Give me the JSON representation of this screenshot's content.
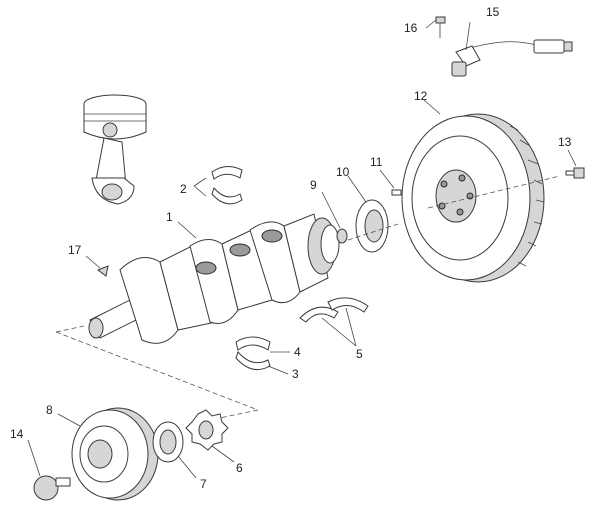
{
  "diagram": {
    "callouts": [
      {
        "id": "c1",
        "label": "1"
      },
      {
        "id": "c2",
        "label": "2"
      },
      {
        "id": "c3",
        "label": "3"
      },
      {
        "id": "c4",
        "label": "4"
      },
      {
        "id": "c5",
        "label": "5"
      },
      {
        "id": "c6",
        "label": "6"
      },
      {
        "id": "c7",
        "label": "7"
      },
      {
        "id": "c8",
        "label": "8"
      },
      {
        "id": "c9",
        "label": "9"
      },
      {
        "id": "c10",
        "label": "10"
      },
      {
        "id": "c11",
        "label": "11"
      },
      {
        "id": "c12",
        "label": "12"
      },
      {
        "id": "c13",
        "label": "13"
      },
      {
        "id": "c14",
        "label": "14"
      },
      {
        "id": "c15",
        "label": "15"
      },
      {
        "id": "c16",
        "label": "16"
      },
      {
        "id": "c17",
        "label": "17"
      }
    ],
    "parts": [
      "piston-and-connecting-rod",
      "crankshaft",
      "upper-main-bearing-shells",
      "lower-main-bearing-shells",
      "thrust-washers",
      "crankshaft-sprocket",
      "front-oil-seal",
      "crankshaft-pulley",
      "pilot-bearing",
      "rear-oil-seal",
      "dowel-pin",
      "flywheel",
      "flywheel-bolt",
      "pulley-bolt",
      "crankshaft-position-sensor",
      "sensor-bolt",
      "woodruff-key"
    ],
    "colors": {
      "line": "#3a3a3a",
      "fill": "#ffffff",
      "shade": "#d6d6d6",
      "dark": "#9a9a9a"
    }
  }
}
